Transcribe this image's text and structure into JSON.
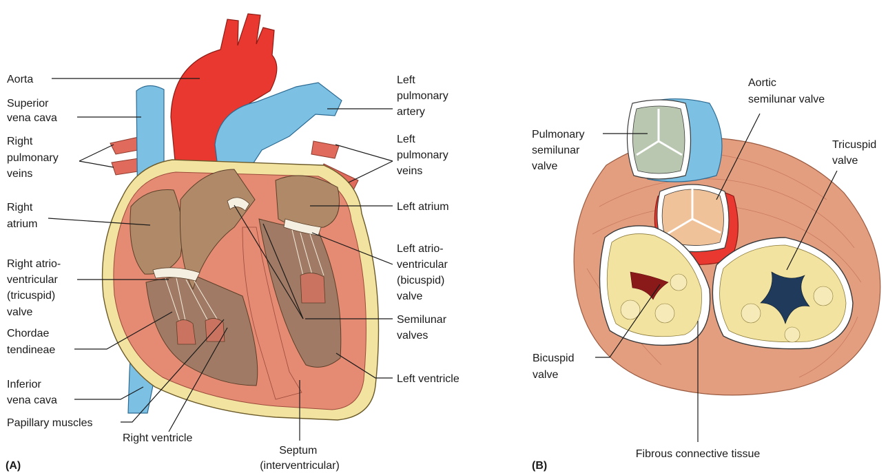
{
  "panels": {
    "a": "(A)",
    "b": "(B)"
  },
  "labels_a": {
    "aorta": "Aorta",
    "svc_1": "Superior",
    "svc_2": "vena cava",
    "rpv_1": "Right",
    "rpv_2": "pulmonary",
    "rpv_3": "veins",
    "ra_1": "Right",
    "ra_2": "atrium",
    "rav_1": "Right atrio-",
    "rav_2": "ventricular",
    "rav_3": "(tricuspid)",
    "rav_4": "valve",
    "ct_1": "Chordae",
    "ct_2": "tendineae",
    "ivc_1": "Inferior",
    "ivc_2": "vena cava",
    "pm": "Papillary muscles",
    "rv": "Right ventricle",
    "sep_1": "Septum",
    "sep_2": "(interventricular)",
    "lv": "Left ventricle",
    "sv_1": "Semilunar",
    "sv_2": "valves",
    "lav_1": "Left atrio-",
    "lav_2": "ventricular",
    "lav_3": "(bicuspid)",
    "lav_4": "valve",
    "la": "Left atrium",
    "lpv_1": "Left",
    "lpv_2": "pulmonary",
    "lpv_3": "veins",
    "lpa_1": "Left",
    "lpa_2": "pulmonary",
    "lpa_3": "artery"
  },
  "labels_b": {
    "psv_1": "Pulmonary",
    "psv_2": "semilunar",
    "psv_3": "valve",
    "asv_1": "Aortic",
    "asv_2": "semilunar valve",
    "tv_1": "Tricuspid",
    "tv_2": "valve",
    "bv_1": "Bicuspid",
    "bv_2": "valve",
    "fct": "Fibrous connective tissue"
  },
  "colors": {
    "aorta_red": "#e8382f",
    "vein_blue": "#7cc0e4",
    "muscle_pink": "#e58a73",
    "cavity_tan": "#b08a68",
    "valve_cream": "#f3e3a0"
  }
}
